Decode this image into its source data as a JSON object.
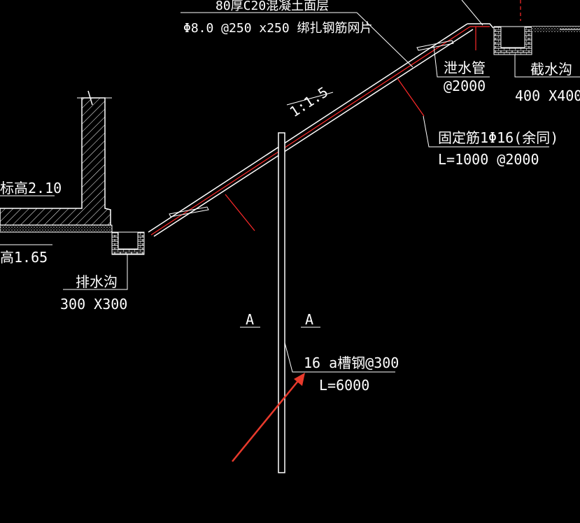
{
  "drawing": {
    "top_concrete_note": "80厚C20混凝土面层",
    "mesh_note": "Φ8.0 @250 x250 绑扎钢筋网片",
    "slope_ratio": "1:1.5",
    "left_elev_top": "标高2.10",
    "left_elev_bottom": "高1.65",
    "drain_left_label": "排水沟",
    "drain_left_size": "300 X300",
    "weep_pipe_label": "泄水管",
    "weep_pipe_spacing": "@2000",
    "intercept_label": "截水沟",
    "intercept_size": "400 X400",
    "anchor_label": "固定筋1Φ16(余同)",
    "anchor_spec": "L=1000 @2000",
    "section_left": "A",
    "section_right": "A",
    "channel_label": "16 a槽钢@300",
    "channel_length": "L=6000"
  },
  "colors": {
    "background": "#000000",
    "lines": "#ffffff",
    "red": "#ff2a2a",
    "arrow": "#e83a2c"
  }
}
